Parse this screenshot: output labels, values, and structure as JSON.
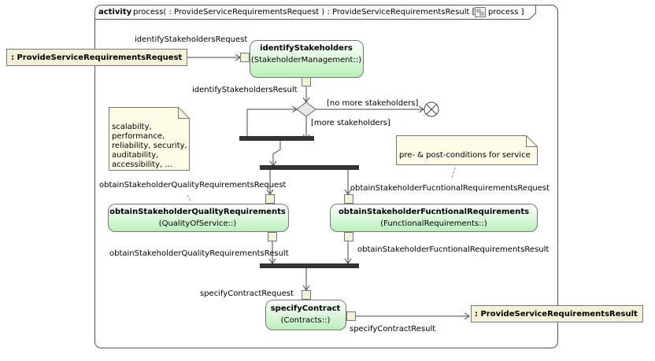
{
  "frame": {
    "keyword": "activity",
    "signature": "process(  : ProvideServiceRequirementsRequest ) : ProvideServiceRequirementsResult [",
    "tag": "process ]"
  },
  "params": {
    "input": ": ProvideServiceRequirementsRequest",
    "output": ": ProvideServiceRequirementsResult"
  },
  "actions": {
    "identify": {
      "name": "identifyStakeholders",
      "owner": "(StakeholderManagement::)"
    },
    "quality": {
      "name": "obtainStakeholderQualityRequirements",
      "owner": "(QualityOfService::)"
    },
    "functional": {
      "name": "obtainStakeholderFucntionalRequirements",
      "owner": "(FunctionalRequirements::)"
    },
    "contract": {
      "name": "specifyContract",
      "owner": "(Contracts::)"
    }
  },
  "pins": {
    "identify_in": "identifyStakeholdersRequest",
    "identify_out": "identifyStakeholdersResult",
    "quality_in": "obtainStakeholderQualityRequirementsRequest",
    "quality_out": "obtainStakeholderQualityRequirementsResult",
    "functional_in": "obtainStakeholderFucntionalRequirementsRequest",
    "functional_out": "obtainStakeholderFucntionalRequirementsResult",
    "contract_in": "specifyContractRequest",
    "contract_out": "specifyContractResult"
  },
  "guards": {
    "no_more": "[no more stakeholders]",
    "more": "[more stakeholders]"
  },
  "notes": {
    "quality_lines": [
      "scalabilty,",
      "performance,",
      "reliability, security,",
      "auditability,",
      "accessibility, ..."
    ],
    "conditions": "pre- & post-conditions for service"
  },
  "colors": {
    "action_top": "#ffffff",
    "action_bottom": "#b9efb9",
    "param_fill": "#f3f1d8",
    "note_fill": "#fffbe6",
    "bar": "#333333"
  }
}
